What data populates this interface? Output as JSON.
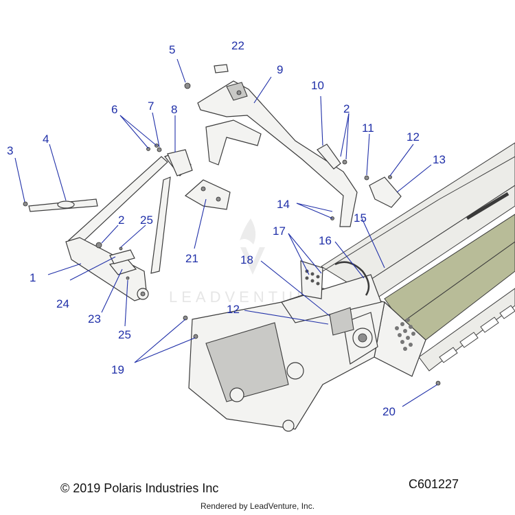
{
  "callouts": [
    {
      "id": "c1",
      "label": "1"
    },
    {
      "id": "c2a",
      "label": "2"
    },
    {
      "id": "c2b",
      "label": "2"
    },
    {
      "id": "c3",
      "label": "3"
    },
    {
      "id": "c4",
      "label": "4"
    },
    {
      "id": "c5",
      "label": "5"
    },
    {
      "id": "c6",
      "label": "6"
    },
    {
      "id": "c7",
      "label": "7"
    },
    {
      "id": "c8",
      "label": "8"
    },
    {
      "id": "c9",
      "label": "9"
    },
    {
      "id": "c10",
      "label": "10"
    },
    {
      "id": "c11",
      "label": "11"
    },
    {
      "id": "c12a",
      "label": "12"
    },
    {
      "id": "c12b",
      "label": "12"
    },
    {
      "id": "c13",
      "label": "13"
    },
    {
      "id": "c14",
      "label": "14"
    },
    {
      "id": "c15",
      "label": "15"
    },
    {
      "id": "c16",
      "label": "16"
    },
    {
      "id": "c17",
      "label": "17"
    },
    {
      "id": "c18",
      "label": "18"
    },
    {
      "id": "c19",
      "label": "19"
    },
    {
      "id": "c20",
      "label": "20"
    },
    {
      "id": "c21",
      "label": "21"
    },
    {
      "id": "c22",
      "label": "22"
    },
    {
      "id": "c23",
      "label": "23"
    },
    {
      "id": "c24",
      "label": "24"
    },
    {
      "id": "c25a",
      "label": "25"
    },
    {
      "id": "c25b",
      "label": "25"
    }
  ],
  "footer": {
    "copyright": "© 2019 Polaris Industries Inc",
    "diagram_id": "C601227",
    "rendered_by": "Rendered by LeadVenture, Inc."
  },
  "watermark": {
    "text": "LEADVENTURE"
  },
  "colors": {
    "callout": "#1f2fa8",
    "panel": "#b8bc98",
    "line": "#3a3a3a"
  }
}
